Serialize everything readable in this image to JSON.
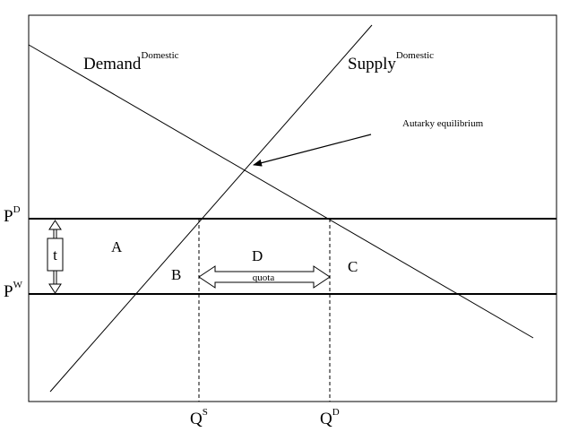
{
  "curves": {
    "demand": {
      "label": "Demand",
      "superscript": "Domestic"
    },
    "supply": {
      "label": "Supply",
      "superscript": "Domestic"
    }
  },
  "annotations": {
    "autarky": "Autarky equilibrium",
    "tariff": "t",
    "quota": "quota"
  },
  "price_levels": {
    "domestic": {
      "label": "P",
      "superscript": "D"
    },
    "world": {
      "label": "P",
      "superscript": "W"
    }
  },
  "quantities": {
    "supplied": {
      "label": "Q",
      "superscript": "S"
    },
    "demanded": {
      "label": "Q",
      "superscript": "D"
    }
  },
  "regions": {
    "a": "A",
    "b": "B",
    "c": "C",
    "d": "D"
  }
}
